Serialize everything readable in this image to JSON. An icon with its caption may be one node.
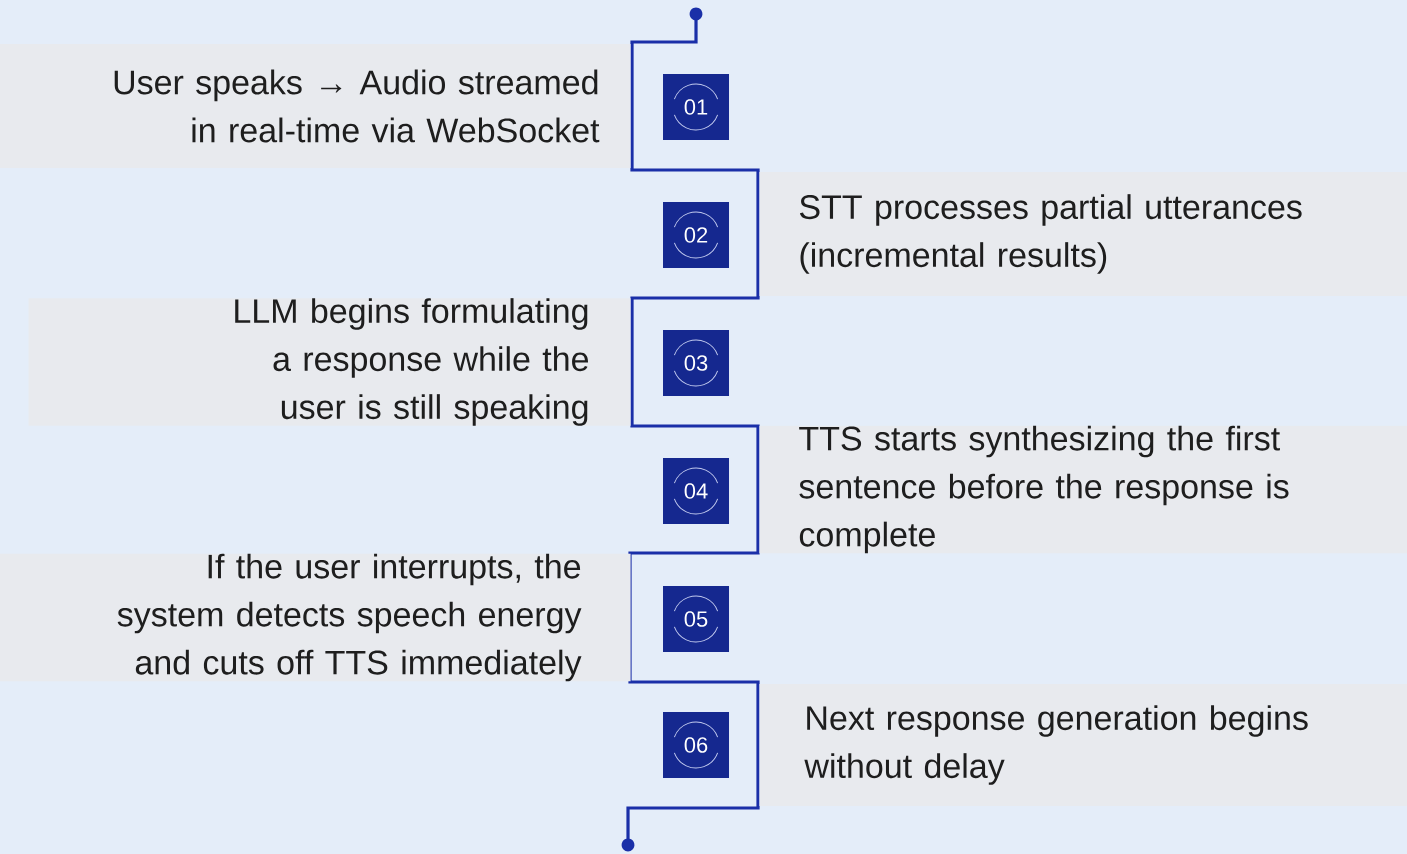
{
  "diagram": {
    "nodes": [
      {
        "text": [
          "User speaks → Audio streamed in real-time via WebSocket"
        ]
      },
      {
        "text": [
          "01"
        ]
      },
      {
        "text": [
          "02"
        ]
      },
      {
        "text": [
          "STT processes partial utterances (incremental results)"
        ]
      },
      {
        "text": [
          "LLM begins formulating a response while the user is still speaking"
        ]
      },
      {
        "text": [
          "03"
        ]
      },
      {
        "text": [
          "04"
        ]
      },
      {
        "text": [
          "TTS starts synthesizing the first sentence before the response is complete"
        ]
      },
      {
        "text": [
          "If the user interrupts, the system detects speech energy and cuts off TTS immediately"
        ]
      },
      {
        "text": [
          "05"
        ]
      },
      {
        "text": [
          "06"
        ]
      },
      {
        "text": [
          "Next response generation begins without delay"
        ]
      }
    ]
  }
}
